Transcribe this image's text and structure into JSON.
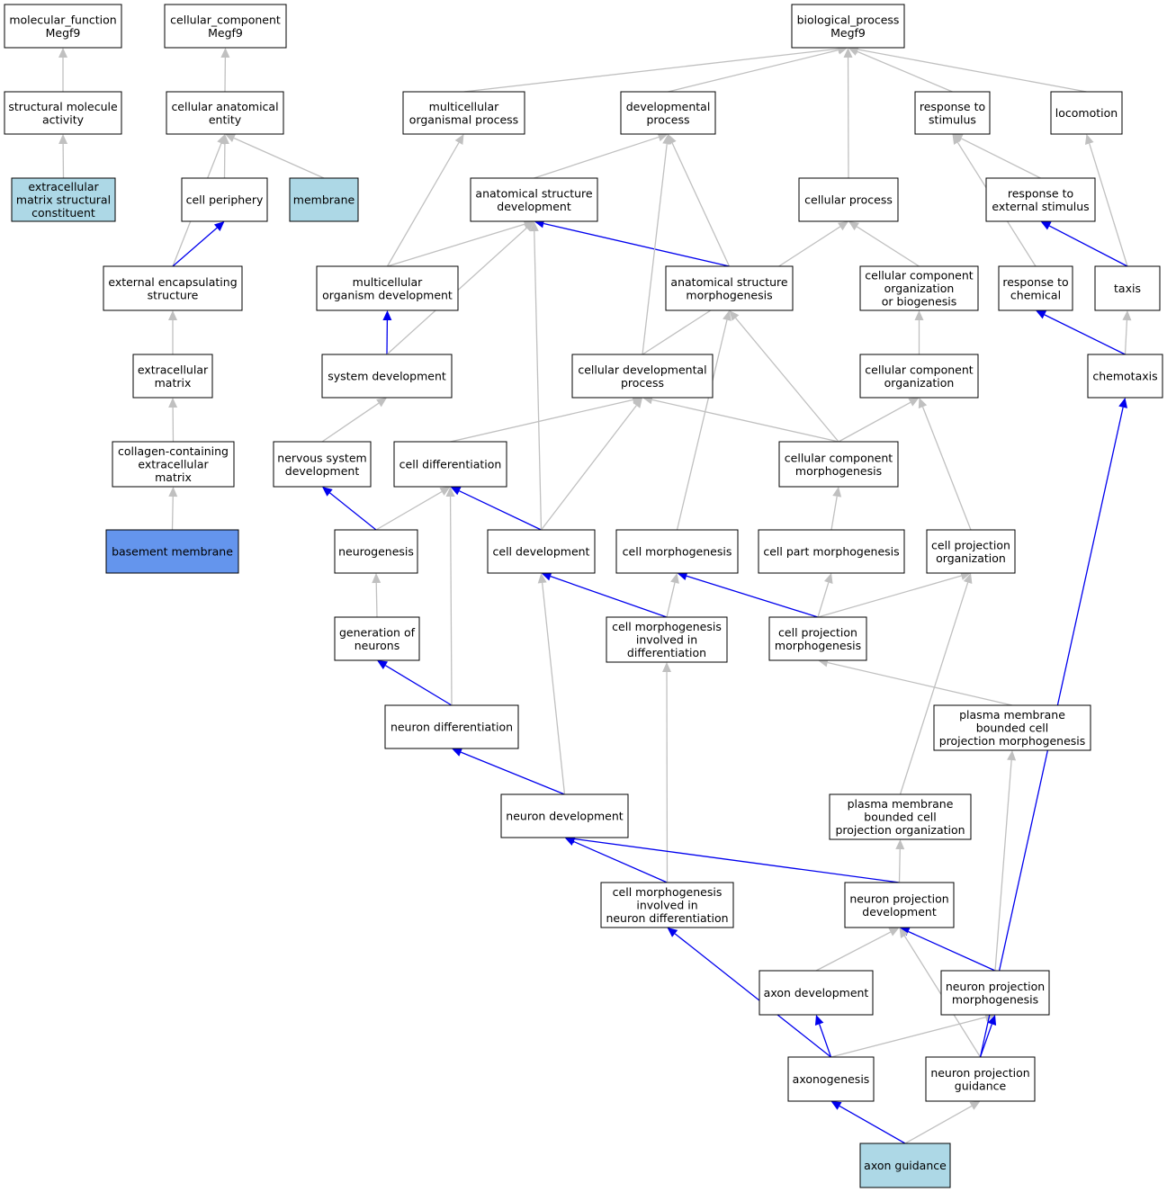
{
  "colors": {
    "default_fill": "#ffffff",
    "light_blue_fill": "#add8e6",
    "cornflower_fill": "#6495ed",
    "border": "#000000",
    "gray_edge": "#c0c0c0",
    "blue_edge": "#0000ee"
  },
  "nodes": [
    {
      "id": "mf",
      "lines": [
        "molecular_function",
        "Megf9"
      ],
      "fill": "default"
    },
    {
      "id": "cc",
      "lines": [
        "cellular_component",
        "Megf9"
      ],
      "fill": "default"
    },
    {
      "id": "bp",
      "lines": [
        "biological_process",
        "Megf9"
      ],
      "fill": "default"
    },
    {
      "id": "sma",
      "lines": [
        "structural molecule",
        "activity"
      ],
      "fill": "default"
    },
    {
      "id": "cae",
      "lines": [
        "cellular anatomical",
        "entity"
      ],
      "fill": "default"
    },
    {
      "id": "mop",
      "lines": [
        "multicellular",
        "organismal process"
      ],
      "fill": "default"
    },
    {
      "id": "dp",
      "lines": [
        "developmental",
        "process"
      ],
      "fill": "default"
    },
    {
      "id": "rts",
      "lines": [
        "response to",
        "stimulus"
      ],
      "fill": "default"
    },
    {
      "id": "loc",
      "lines": [
        "locomotion"
      ],
      "fill": "default"
    },
    {
      "id": "emsc",
      "lines": [
        "extracellular",
        "matrix structural",
        "constituent"
      ],
      "fill": "light_blue"
    },
    {
      "id": "cper",
      "lines": [
        "cell periphery"
      ],
      "fill": "default"
    },
    {
      "id": "mem",
      "lines": [
        "membrane"
      ],
      "fill": "light_blue"
    },
    {
      "id": "asd",
      "lines": [
        "anatomical structure",
        "development"
      ],
      "fill": "default"
    },
    {
      "id": "cp",
      "lines": [
        "cellular process"
      ],
      "fill": "default"
    },
    {
      "id": "rtes",
      "lines": [
        "response to",
        "external stimulus"
      ],
      "fill": "default"
    },
    {
      "id": "ees",
      "lines": [
        "external encapsulating",
        "structure"
      ],
      "fill": "default"
    },
    {
      "id": "mod",
      "lines": [
        "multicellular",
        "organism development"
      ],
      "fill": "default"
    },
    {
      "id": "asm",
      "lines": [
        "anatomical structure",
        "morphogenesis"
      ],
      "fill": "default"
    },
    {
      "id": "ccob",
      "lines": [
        "cellular component",
        "organization",
        "or biogenesis"
      ],
      "fill": "default"
    },
    {
      "id": "rtc",
      "lines": [
        "response to",
        "chemical"
      ],
      "fill": "default"
    },
    {
      "id": "taxis",
      "lines": [
        "taxis"
      ],
      "fill": "default"
    },
    {
      "id": "ecm",
      "lines": [
        "extracellular",
        "matrix"
      ],
      "fill": "default"
    },
    {
      "id": "sd",
      "lines": [
        "system development"
      ],
      "fill": "default"
    },
    {
      "id": "cdp",
      "lines": [
        "cellular developmental",
        "process"
      ],
      "fill": "default"
    },
    {
      "id": "cco",
      "lines": [
        "cellular component",
        "organization"
      ],
      "fill": "default"
    },
    {
      "id": "chem",
      "lines": [
        "chemotaxis"
      ],
      "fill": "default"
    },
    {
      "id": "ccecm",
      "lines": [
        "collagen-containing",
        "extracellular",
        "matrix"
      ],
      "fill": "default"
    },
    {
      "id": "nsd",
      "lines": [
        "nervous system",
        "development"
      ],
      "fill": "default"
    },
    {
      "id": "cdiff",
      "lines": [
        "cell differentiation"
      ],
      "fill": "default"
    },
    {
      "id": "ccm",
      "lines": [
        "cellular component",
        "morphogenesis"
      ],
      "fill": "default"
    },
    {
      "id": "bm",
      "lines": [
        "basement membrane"
      ],
      "fill": "cornflower"
    },
    {
      "id": "neurog",
      "lines": [
        "neurogenesis"
      ],
      "fill": "default"
    },
    {
      "id": "cdev",
      "lines": [
        "cell development"
      ],
      "fill": "default"
    },
    {
      "id": "cmorph",
      "lines": [
        "cell morphogenesis"
      ],
      "fill": "default"
    },
    {
      "id": "cpm",
      "lines": [
        "cell part morphogenesis"
      ],
      "fill": "default"
    },
    {
      "id": "cpo",
      "lines": [
        "cell projection",
        "organization"
      ],
      "fill": "default"
    },
    {
      "id": "gon",
      "lines": [
        "generation of",
        "neurons"
      ],
      "fill": "default"
    },
    {
      "id": "cmid",
      "lines": [
        "cell morphogenesis",
        "involved in",
        "differentiation"
      ],
      "fill": "default"
    },
    {
      "id": "cprojm",
      "lines": [
        "cell projection",
        "morphogenesis"
      ],
      "fill": "default"
    },
    {
      "id": "pmbcpm",
      "lines": [
        "plasma membrane",
        "bounded cell",
        "projection morphogenesis"
      ],
      "fill": "default"
    },
    {
      "id": "ndiff",
      "lines": [
        "neuron differentiation"
      ],
      "fill": "default"
    },
    {
      "id": "ndev",
      "lines": [
        "neuron development"
      ],
      "fill": "default"
    },
    {
      "id": "pmbcpo",
      "lines": [
        "plasma membrane",
        "bounded cell",
        "projection organization"
      ],
      "fill": "default"
    },
    {
      "id": "cmind",
      "lines": [
        "cell morphogenesis",
        "involved in",
        "neuron differentiation"
      ],
      "fill": "default"
    },
    {
      "id": "npd",
      "lines": [
        "neuron projection",
        "development"
      ],
      "fill": "default"
    },
    {
      "id": "axdev",
      "lines": [
        "axon development"
      ],
      "fill": "default"
    },
    {
      "id": "npm",
      "lines": [
        "neuron projection",
        "morphogenesis"
      ],
      "fill": "default"
    },
    {
      "id": "axgen",
      "lines": [
        "axonogenesis"
      ],
      "fill": "default"
    },
    {
      "id": "npg",
      "lines": [
        "neuron projection",
        "guidance"
      ],
      "fill": "default"
    },
    {
      "id": "axg",
      "lines": [
        "axon guidance"
      ],
      "fill": "light_blue"
    }
  ],
  "edges": [
    {
      "from": "sma",
      "to": "mf",
      "kind": "gray"
    },
    {
      "from": "cae",
      "to": "cc",
      "kind": "gray"
    },
    {
      "from": "mop",
      "to": "bp",
      "kind": "gray"
    },
    {
      "from": "dp",
      "to": "bp",
      "kind": "gray"
    },
    {
      "from": "cp",
      "to": "bp",
      "kind": "gray"
    },
    {
      "from": "rts",
      "to": "bp",
      "kind": "gray"
    },
    {
      "from": "loc",
      "to": "bp",
      "kind": "gray"
    },
    {
      "from": "emsc",
      "to": "sma",
      "kind": "gray"
    },
    {
      "from": "cper",
      "to": "cae",
      "kind": "gray"
    },
    {
      "from": "mem",
      "to": "cae",
      "kind": "gray"
    },
    {
      "from": "ees",
      "to": "cae",
      "kind": "gray"
    },
    {
      "from": "ees",
      "to": "cper",
      "kind": "blue"
    },
    {
      "from": "ecm",
      "to": "ees",
      "kind": "gray"
    },
    {
      "from": "ccecm",
      "to": "ecm",
      "kind": "gray"
    },
    {
      "from": "bm",
      "to": "ccecm",
      "kind": "gray"
    },
    {
      "from": "mod",
      "to": "mop",
      "kind": "gray"
    },
    {
      "from": "mod",
      "to": "asd",
      "kind": "gray"
    },
    {
      "from": "asd",
      "to": "dp",
      "kind": "gray"
    },
    {
      "from": "asm",
      "to": "dp",
      "kind": "gray"
    },
    {
      "from": "asm",
      "to": "asd",
      "kind": "blue"
    },
    {
      "from": "cdp",
      "to": "dp",
      "kind": "gray"
    },
    {
      "from": "cdp",
      "to": "cp",
      "kind": "gray"
    },
    {
      "from": "ccob",
      "to": "cp",
      "kind": "gray"
    },
    {
      "from": "rtes",
      "to": "rts",
      "kind": "gray"
    },
    {
      "from": "rtc",
      "to": "rts",
      "kind": "gray"
    },
    {
      "from": "taxis",
      "to": "loc",
      "kind": "gray"
    },
    {
      "from": "taxis",
      "to": "rtes",
      "kind": "blue"
    },
    {
      "from": "sd",
      "to": "mod",
      "kind": "blue"
    },
    {
      "from": "sd",
      "to": "asd",
      "kind": "gray"
    },
    {
      "from": "cco",
      "to": "ccob",
      "kind": "gray"
    },
    {
      "from": "chem",
      "to": "taxis",
      "kind": "gray"
    },
    {
      "from": "chem",
      "to": "rtc",
      "kind": "blue"
    },
    {
      "from": "nsd",
      "to": "sd",
      "kind": "gray"
    },
    {
      "from": "cdiff",
      "to": "cdp",
      "kind": "gray"
    },
    {
      "from": "ccm",
      "to": "cdp",
      "kind": "gray"
    },
    {
      "from": "ccm",
      "to": "asm",
      "kind": "gray"
    },
    {
      "from": "ccm",
      "to": "cco",
      "kind": "gray"
    },
    {
      "from": "neurog",
      "to": "nsd",
      "kind": "blue"
    },
    {
      "from": "neurog",
      "to": "cdiff",
      "kind": "gray"
    },
    {
      "from": "cdev",
      "to": "cdiff",
      "kind": "blue"
    },
    {
      "from": "cdev",
      "to": "cdp",
      "kind": "gray"
    },
    {
      "from": "cdev",
      "to": "asd",
      "kind": "gray"
    },
    {
      "from": "cmorph",
      "to": "asm",
      "kind": "gray"
    },
    {
      "from": "cpm",
      "to": "ccm",
      "kind": "gray"
    },
    {
      "from": "cpo",
      "to": "cco",
      "kind": "gray"
    },
    {
      "from": "gon",
      "to": "neurog",
      "kind": "gray"
    },
    {
      "from": "cmid",
      "to": "cdev",
      "kind": "blue"
    },
    {
      "from": "cmid",
      "to": "cmorph",
      "kind": "gray"
    },
    {
      "from": "cprojm",
      "to": "cmorph",
      "kind": "blue"
    },
    {
      "from": "cprojm",
      "to": "cpm",
      "kind": "gray"
    },
    {
      "from": "cprojm",
      "to": "cpo",
      "kind": "gray"
    },
    {
      "from": "pmbcpm",
      "to": "cprojm",
      "kind": "gray"
    },
    {
      "from": "ndiff",
      "to": "gon",
      "kind": "blue"
    },
    {
      "from": "ndiff",
      "to": "cdiff",
      "kind": "gray"
    },
    {
      "from": "ndev",
      "to": "ndiff",
      "kind": "blue"
    },
    {
      "from": "ndev",
      "to": "cdev",
      "kind": "gray"
    },
    {
      "from": "pmbcpo",
      "to": "cpo",
      "kind": "gray"
    },
    {
      "from": "cmind",
      "to": "ndev",
      "kind": "blue"
    },
    {
      "from": "cmind",
      "to": "cmid",
      "kind": "gray"
    },
    {
      "from": "npd",
      "to": "ndev",
      "kind": "blue"
    },
    {
      "from": "npd",
      "to": "pmbcpo",
      "kind": "gray"
    },
    {
      "from": "axdev",
      "to": "npd",
      "kind": "gray"
    },
    {
      "from": "npm",
      "to": "npd",
      "kind": "blue"
    },
    {
      "from": "npm",
      "to": "pmbcpm",
      "kind": "gray"
    },
    {
      "from": "axgen",
      "to": "axdev",
      "kind": "blue"
    },
    {
      "from": "axgen",
      "to": "npm",
      "kind": "gray"
    },
    {
      "from": "axgen",
      "to": "cmind",
      "kind": "blue"
    },
    {
      "from": "npg",
      "to": "npm",
      "kind": "blue"
    },
    {
      "from": "npg",
      "to": "npd",
      "kind": "gray"
    },
    {
      "from": "npg",
      "to": "chem",
      "kind": "blue"
    },
    {
      "from": "axg",
      "to": "axgen",
      "kind": "blue"
    },
    {
      "from": "axg",
      "to": "npg",
      "kind": "gray"
    }
  ]
}
